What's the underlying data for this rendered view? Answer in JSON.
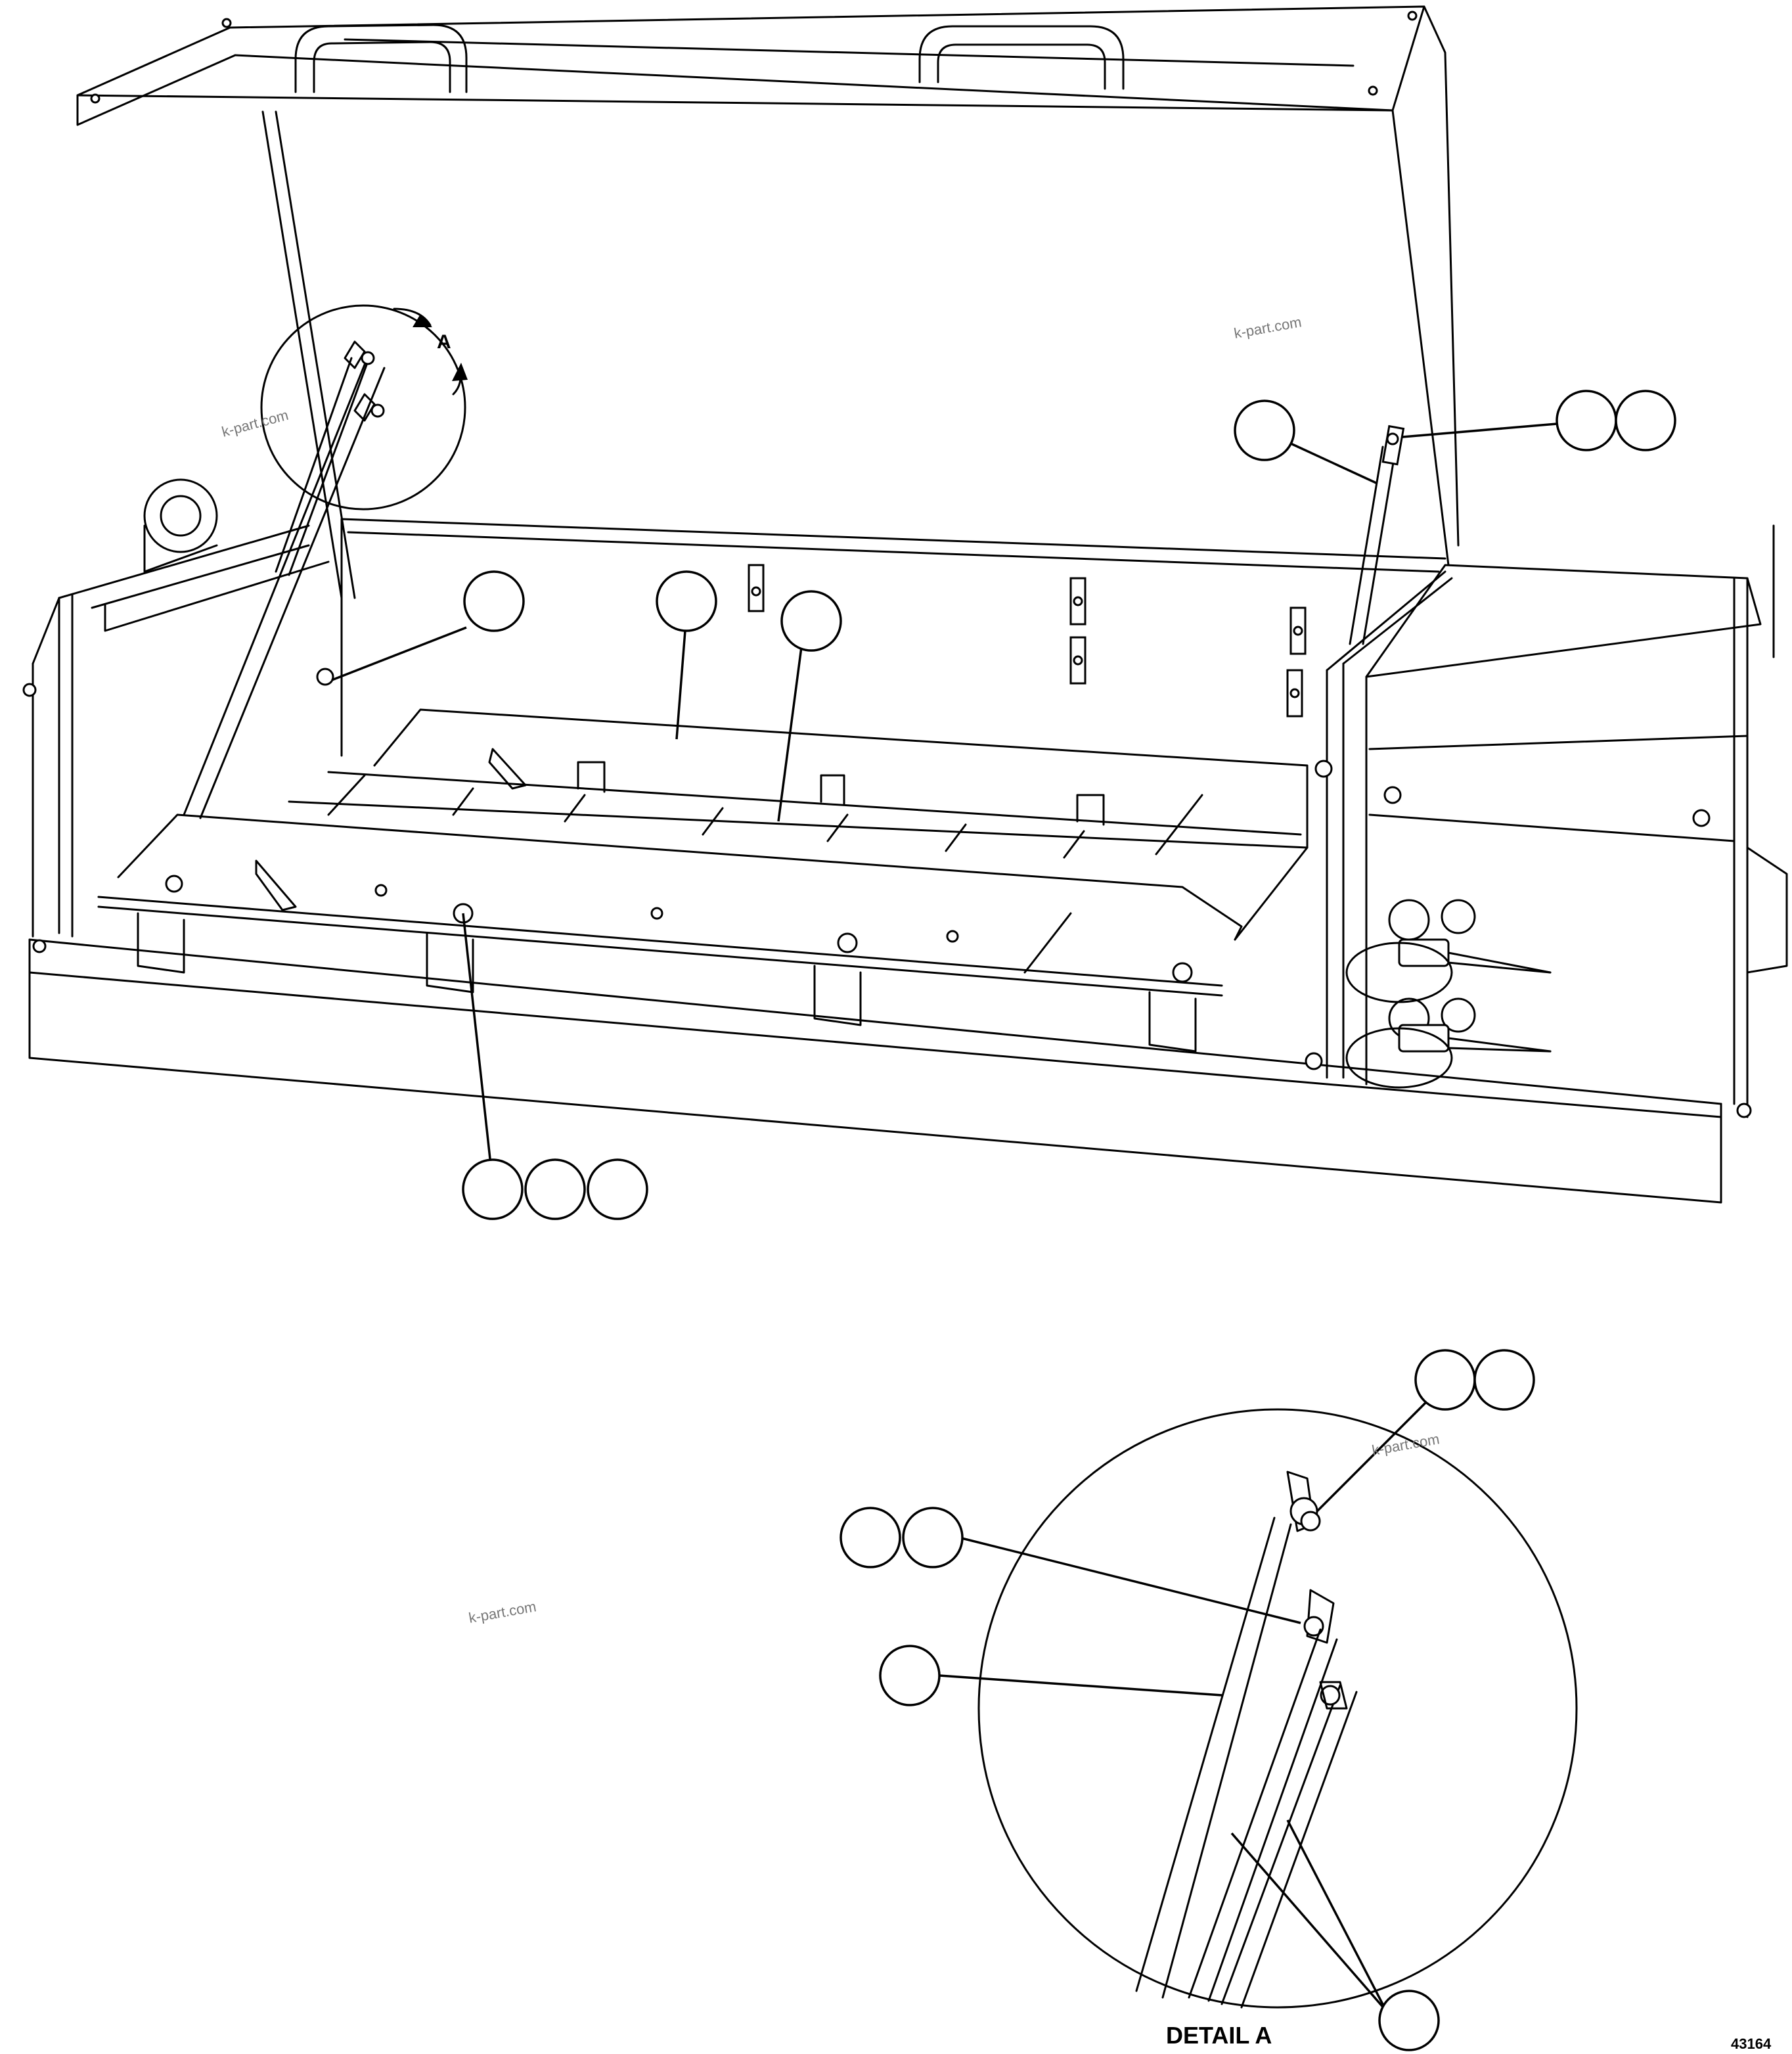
{
  "detail_arrow_label": "A",
  "detail_caption": "DETAIL A",
  "figure_number": "43164",
  "watermark": "k-part.com",
  "callout_balloons": {
    "main_view": [
      "",
      "",
      "",
      "",
      "",
      "",
      "",
      "",
      "",
      ""
    ],
    "detail_view": [
      "",
      "",
      "",
      "",
      "",
      "",
      ""
    ]
  }
}
